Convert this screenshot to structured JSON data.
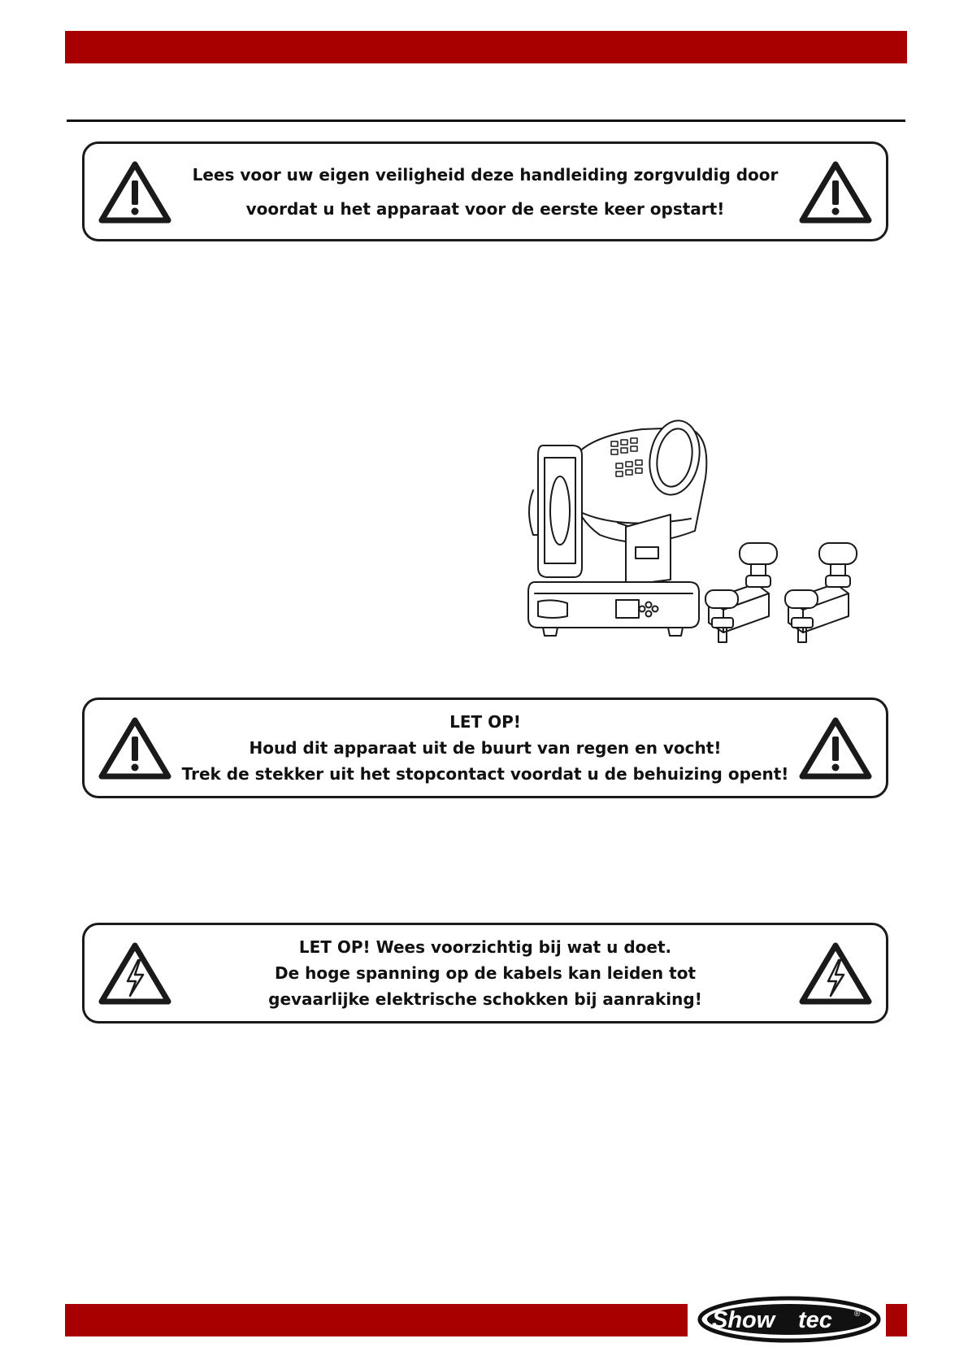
{
  "warnings": [
    {
      "icon": "exclamation-warning-icon",
      "lines": [
        "Lees voor uw eigen veiligheid deze handleiding zorgvuldig door",
        "voordat u het apparaat voor de eerste keer opstart!"
      ]
    },
    {
      "icon": "exclamation-warning-icon",
      "lines": [
        "LET OP!",
        "Houd dit apparaat uit de buurt van regen en vocht!",
        "Trek de stekker uit het stopcontact voordat u de behuizing opent!"
      ]
    },
    {
      "icon": "high-voltage-warning-icon",
      "lines": [
        "LET OP! Wees voorzichtig bij wat u doet.",
        "De hoge spanning op de kabels kan leiden tot",
        "gevaarlijke elektrische schokken bij aanraking!"
      ]
    }
  ],
  "logo": {
    "text_show": "Show",
    "text_tec": "tec",
    "registered": "®"
  },
  "colors": {
    "brand_red": "#a80000",
    "ink": "#1a1a1a"
  }
}
